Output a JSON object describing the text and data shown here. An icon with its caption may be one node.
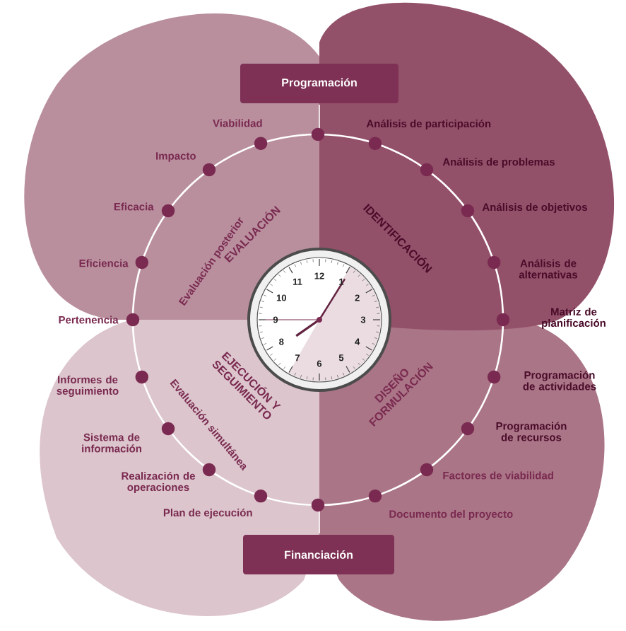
{
  "diagram": {
    "nodes": [
      {
        "text": [
          "Programación"
        ]
      },
      {
        "text": [
          "EVALUACIÓN",
          "Evaluación posterior"
        ]
      },
      {
        "text": [
          "IDENTIFICACIÓN"
        ]
      },
      {
        "text": [
          "DISEÑO FORMULACIÓN"
        ]
      },
      {
        "text": [
          "EJECUCIÓN Y SEGUIMIENTO",
          "Evaluación simultánea"
        ]
      },
      {
        "text": [
          "Financiación"
        ]
      }
    ],
    "labels": [
      "Viabilidad",
      "Impacto",
      "Eficacia",
      "Eficiencia",
      "Pertenencia",
      "Análisis de participación",
      "Análisis de problemas",
      "Análisis de objetivos",
      "Análisis de alternativas",
      "Matriz de planificación",
      "Programación de actividades",
      "Programación de recursos",
      "Factores de viabilidad",
      "Documento del proyecto",
      "Plan de ejecución",
      "Realización de operaciones",
      "Sistema de información",
      "Informes de seguimiento",
      "12",
      "1",
      "2",
      "3",
      "4",
      "5",
      "6",
      "7",
      "8",
      "9",
      "10",
      "11"
    ]
  }
}
